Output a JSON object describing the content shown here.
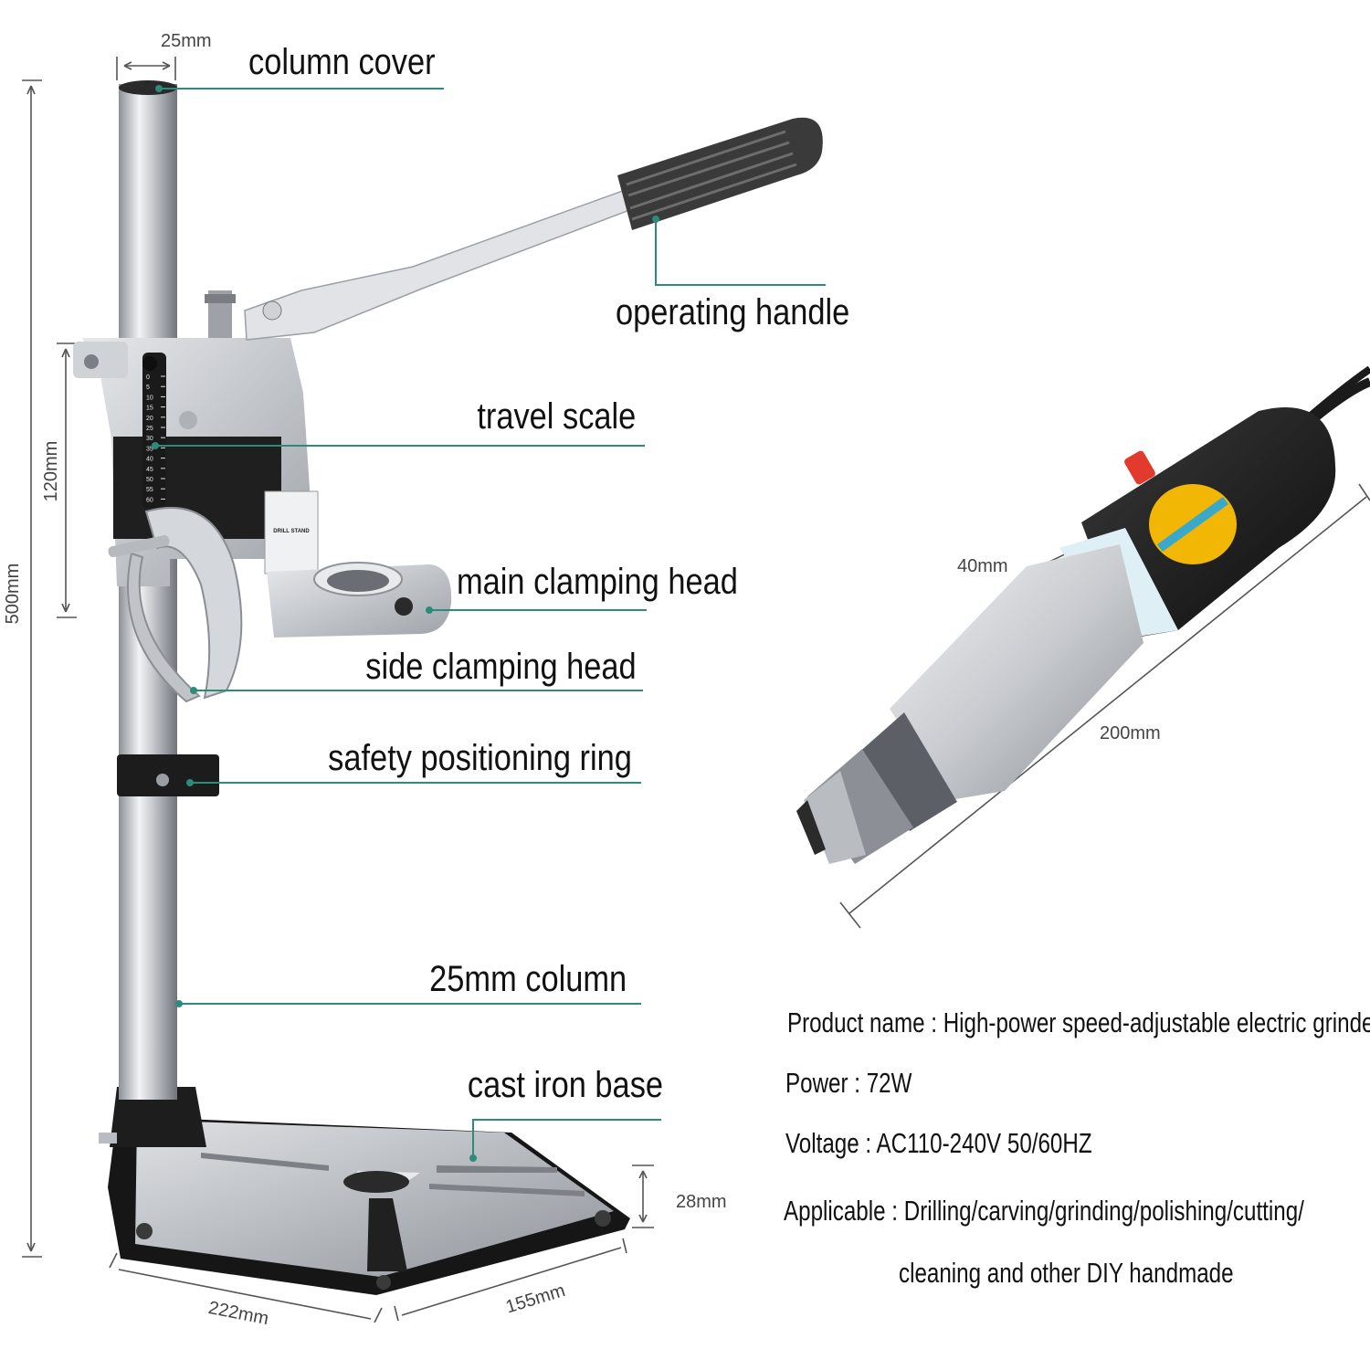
{
  "colors": {
    "leader_line": "#2e8b7a",
    "dimension_line": "#555555",
    "steel": "#c9ccd1",
    "black_part": "#1b1b1b",
    "yellow_dial": "#f2b705"
  },
  "icons": [
    "drill-stand-illustration",
    "electric-grinder-illustration",
    "travel-scale-icon"
  ],
  "dimensions": {
    "column_width": "25mm",
    "height_total": "500mm",
    "travel": "120mm",
    "base_thickness": "28mm",
    "base_length": "222mm",
    "base_width": "155mm",
    "grinder_diameter": "40mm",
    "grinder_length": "200mm"
  },
  "parts": {
    "column_cover": "column cover",
    "operating_handle": "operating handle",
    "travel_scale": "travel scale",
    "main_clamping_head": "main clamping head",
    "side_clamping_head": "side clamping head",
    "safety_positioning_ring": "safety positioning ring",
    "column": "25mm column",
    "base": "cast iron base"
  },
  "scale_ticks": [
    "0",
    "5",
    "10",
    "15",
    "20",
    "25",
    "30",
    "35",
    "40",
    "45",
    "50",
    "55",
    "60"
  ],
  "stand_marking": "DRILL STAND",
  "specs": {
    "product_name": "Product name : High-power speed-adjustable electric grinder",
    "power": "Power : 72W",
    "voltage": "Voltage : AC110-240V 50/60HZ",
    "applicable_line1": "Applicable : Drilling/carving/grinding/polishing/cutting/",
    "applicable_line2": "cleaning and other DIY handmade"
  }
}
